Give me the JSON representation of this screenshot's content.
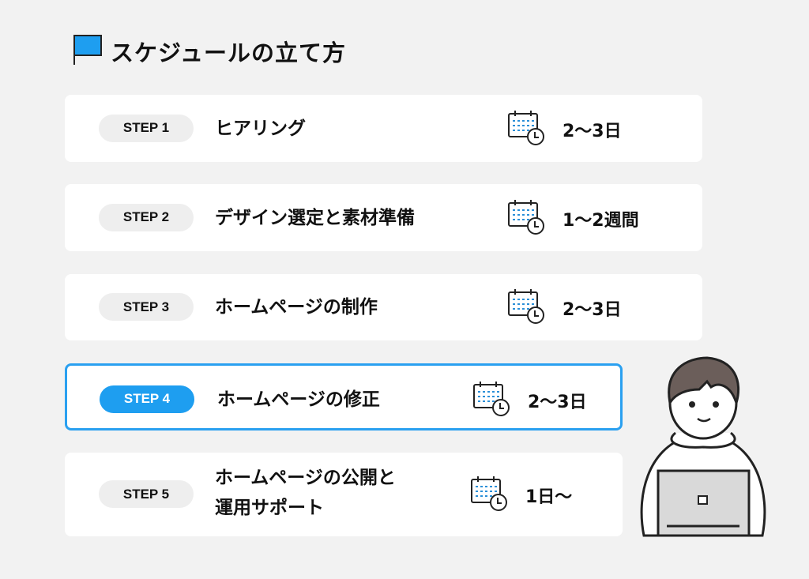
{
  "title": "スケジュールの立て方",
  "steps": [
    {
      "step": "STEP 1",
      "label": "ヒアリング",
      "duration": "2〜3日"
    },
    {
      "step": "STEP 2",
      "label": "デザイン選定と素材準備",
      "duration": "1〜2週間"
    },
    {
      "step": "STEP 3",
      "label": "ホームページの制作",
      "duration": "2〜3日"
    },
    {
      "step": "STEP 4",
      "label": "ホームページの修正",
      "duration": "2〜3日"
    },
    {
      "step": "STEP 5",
      "label": "ホームページの公開と",
      "label2": "運用サポート",
      "duration": "1日〜"
    }
  ],
  "colors": {
    "accent": "#1e9ef0",
    "background": "#f2f2f2"
  }
}
